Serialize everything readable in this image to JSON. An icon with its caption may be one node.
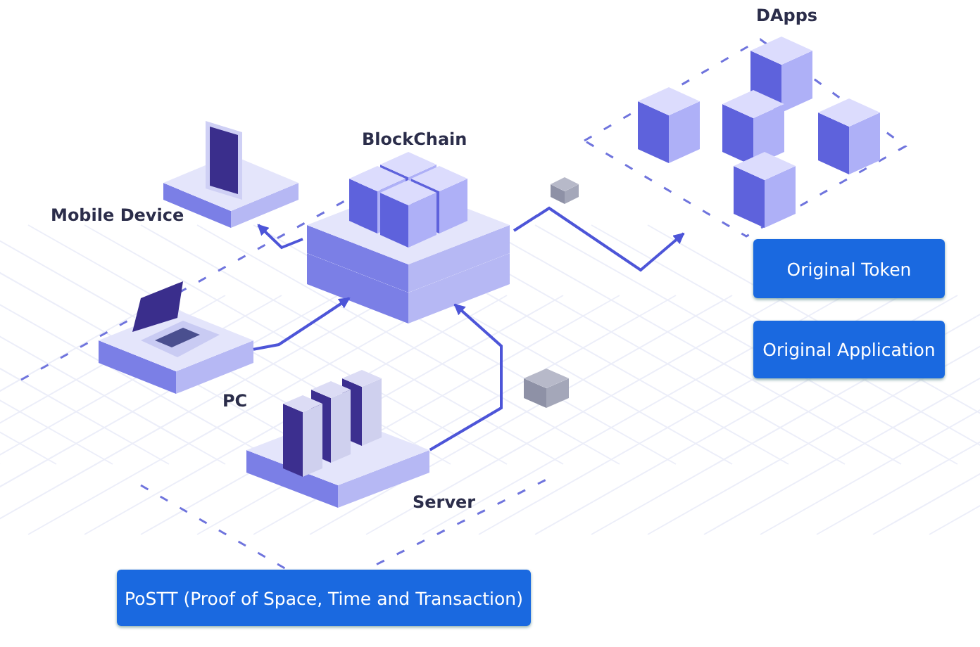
{
  "diagram": {
    "nodes": [
      {
        "text": [
          "Mobile Device"
        ]
      },
      {
        "text": [
          "BlockChain"
        ]
      },
      {
        "text": [
          "PC"
        ]
      },
      {
        "text": [
          "Server"
        ]
      },
      {
        "text": [
          "DApps"
        ]
      },
      {
        "text": [
          "Original Token"
        ]
      },
      {
        "text": [
          "Original Application"
        ]
      },
      {
        "text": [
          "PoSTT (Proof of Space, Time and Transaction)"
        ]
      }
    ],
    "edges": [
      {
        "from": 1,
        "to": 0,
        "arrow": "to"
      },
      {
        "from": 2,
        "to": 1,
        "arrow": "to"
      },
      {
        "from": 3,
        "to": 1,
        "arrow": "to"
      },
      {
        "from": 1,
        "to": 4,
        "arrow": "to"
      }
    ]
  }
}
